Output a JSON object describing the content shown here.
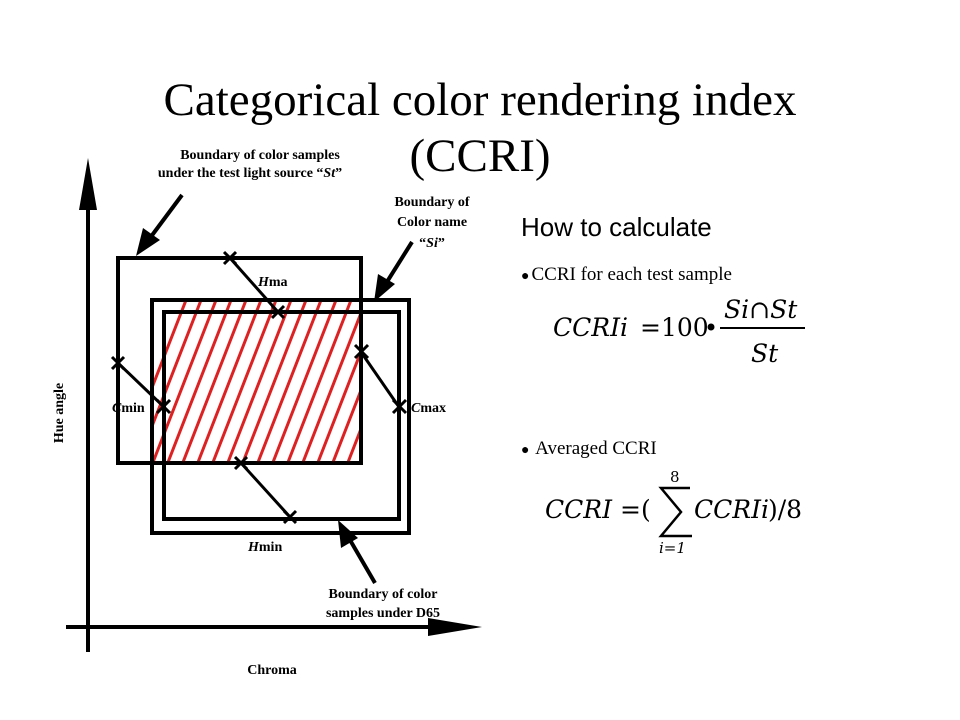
{
  "title": {
    "line1": "Categorical color rendering index",
    "line2": "(CCRI)"
  },
  "diagram": {
    "y_axis_label": "Hue angle",
    "x_axis_label": "Chroma",
    "label_st_line1": "Boundary of color samples",
    "label_st_line2_pre": "under the test light source “",
    "label_st_line2_var": "St",
    "label_st_line2_post": "”",
    "label_si_line1": "Boundary of",
    "label_si_line2": "Color name",
    "label_si_open": "“",
    "label_si_var": "Si",
    "label_si_close": "”",
    "label_d65_line1": "Boundary of color",
    "label_d65_line2": "samples under D65",
    "hmax_var": "H",
    "hmax_sub": "ma",
    "hmin_var": "H",
    "hmin_sub": "min",
    "cmin_var": "C",
    "cmin_sub": "min",
    "cmax_var": "C",
    "cmax_sub": "max",
    "hatch_color": "#e02020"
  },
  "calc": {
    "heading": "How to calculate",
    "bullet1": "CCRI for each test sample",
    "bullet2": "Averaged CCRI",
    "f1_lhs": "CCRIi",
    "f1_eq": "=100",
    "f1_num": "Si∩St",
    "f1_den": "St",
    "f2_lhs": "CCRI",
    "f2_eq": "=(",
    "f2_top": "8",
    "f2_bot": "i=1",
    "f2_body": "CCRIi",
    "f2_tail": ")/8"
  }
}
